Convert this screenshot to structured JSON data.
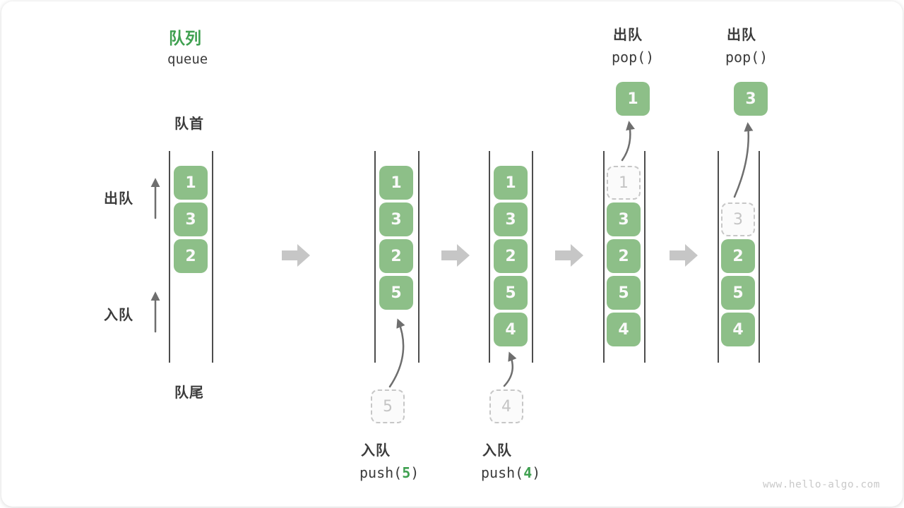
{
  "title": {
    "zh": "队列",
    "en": "queue"
  },
  "side_labels": {
    "front": "队首",
    "rear": "队尾",
    "dequeue": "出队",
    "enqueue": "入队"
  },
  "states": [
    {
      "queue": [
        "1",
        "3",
        "2"
      ]
    },
    {
      "queue": [
        "1",
        "3",
        "2",
        "5"
      ],
      "incoming": "5"
    },
    {
      "queue": [
        "1",
        "3",
        "2",
        "5",
        "4"
      ],
      "incoming": "4"
    },
    {
      "queue": [
        "3",
        "2",
        "5",
        "4"
      ],
      "ghost": "1",
      "popped": "1"
    },
    {
      "queue": [
        "2",
        "5",
        "4"
      ],
      "ghost": "3",
      "popped": "3"
    }
  ],
  "ops": {
    "enqueue5": {
      "title": "入队",
      "fn": "push(",
      "arg": "5",
      "close": ")"
    },
    "enqueue4": {
      "title": "入队",
      "fn": "push(",
      "arg": "4",
      "close": ")"
    },
    "dequeue1": {
      "title": "出队",
      "fn": "pop()"
    },
    "dequeue3": {
      "title": "出队",
      "fn": "pop()"
    }
  },
  "watermark": "www.hello-algo.com",
  "colors": {
    "cell_green": "#8dbf88",
    "accent_green": "#3fa050",
    "text_dark": "#3b3b3b",
    "ghost_gray": "#c7c7c7",
    "thin_arrow": "#6e6e6e",
    "block_arrow": "#c6c6c6",
    "watermark_gray": "#c9c9c9"
  }
}
